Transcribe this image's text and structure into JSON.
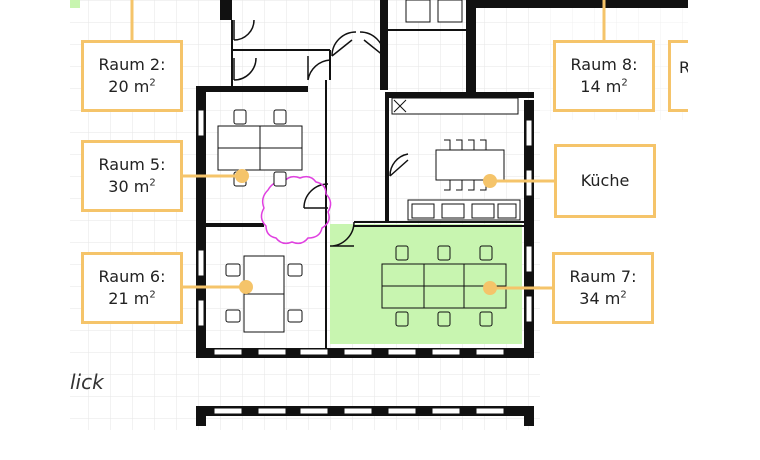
{
  "colors": {
    "label_border": "#f5c46a",
    "marker": "#f5c46a",
    "highlight_room": "#c8f5b0",
    "wall": "#111111",
    "grid": "#e6e6e6",
    "door_swing": "#e040e0"
  },
  "rooms": [
    {
      "id": "raum2",
      "name": "Raum 2:",
      "area": "20 m",
      "unit_sup": "2",
      "selected": false
    },
    {
      "id": "raum5",
      "name": "Raum 5:",
      "area": "30 m",
      "unit_sup": "2",
      "selected": false
    },
    {
      "id": "raum6",
      "name": "Raum 6:",
      "area": "21 m",
      "unit_sup": "2",
      "selected": false
    },
    {
      "id": "raum8",
      "name": "Raum 8:",
      "area": "14 m",
      "unit_sup": "2",
      "selected": false
    },
    {
      "id": "kueche",
      "name": "Küche",
      "area": "",
      "unit_sup": "",
      "selected": false
    },
    {
      "id": "raum7",
      "name": "Raum 7:",
      "area": "34 m",
      "unit_sup": "2",
      "selected": true
    },
    {
      "id": "raum9",
      "name": "R",
      "area": "",
      "unit_sup": "",
      "selected": false
    }
  ],
  "partial_text": "lick"
}
